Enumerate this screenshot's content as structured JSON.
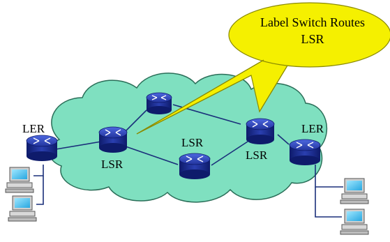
{
  "callout": {
    "line1": "Label Switch Routes",
    "line2": "LSR"
  },
  "labels": {
    "ler_left": "LER",
    "ler_right": "LER",
    "lsr_left": "LSR",
    "lsr_center": "LSR",
    "lsr_right": "LSR"
  },
  "colors": {
    "cloud": "#7fe0c0",
    "callout": "#f5f000",
    "router": "#1a2f9a",
    "link": "#1a2f7a"
  }
}
